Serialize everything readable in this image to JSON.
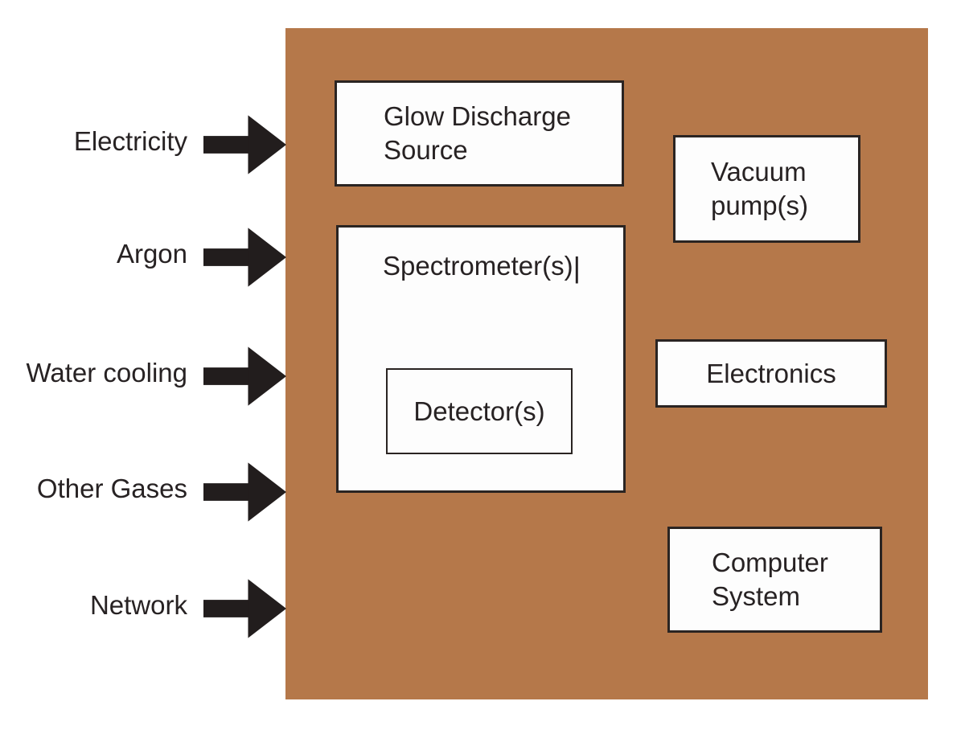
{
  "diagram": {
    "colors": {
      "background": "#ffffff",
      "instrument_area": "#b5784a",
      "box_fill": "#fdfdfd",
      "box_border": "#2a2422",
      "arrow": "#221d1d",
      "text": "#272223"
    },
    "inputs": [
      {
        "label": "Electricity"
      },
      {
        "label": "Argon"
      },
      {
        "label": "Water cooling"
      },
      {
        "label": "Other Gases"
      },
      {
        "label": "Network"
      }
    ],
    "components": {
      "glow_discharge": {
        "line1": "Glow Discharge",
        "line2": "Source"
      },
      "spectrometer": {
        "label": "Spectrometer(s)",
        "cursor": "|"
      },
      "detector": {
        "label": "Detector(s)"
      },
      "vacuum_pump": {
        "line1": "Vacuum",
        "line2": "pump(s)"
      },
      "electronics": {
        "label": "Electronics"
      },
      "computer_system": {
        "line1": "Computer",
        "line2": "System"
      }
    }
  }
}
